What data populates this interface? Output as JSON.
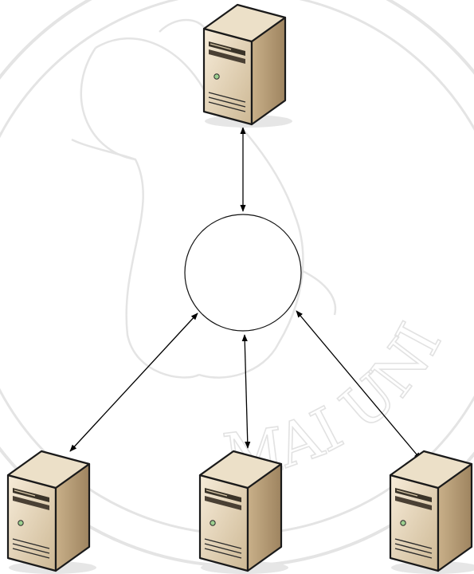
{
  "watermark": {
    "text": "MAI UNIVERSITY",
    "color": "#e4e4e4"
  },
  "diagram": {
    "hub": {
      "shape": "circle",
      "stroke": "#111111",
      "fill": "#ffffff"
    },
    "connector": {
      "style": "bidirectional-arrow",
      "color": "#000000"
    },
    "server_icon": "tower-server-icon",
    "server_count": 4,
    "server_colors": {
      "front_light": "#f7ecd9",
      "front_dark": "#cdb894",
      "side": "#b79d73",
      "top": "#e9dcc2",
      "outline": "#1a1a1a",
      "led": "#9ccf8f"
    }
  }
}
